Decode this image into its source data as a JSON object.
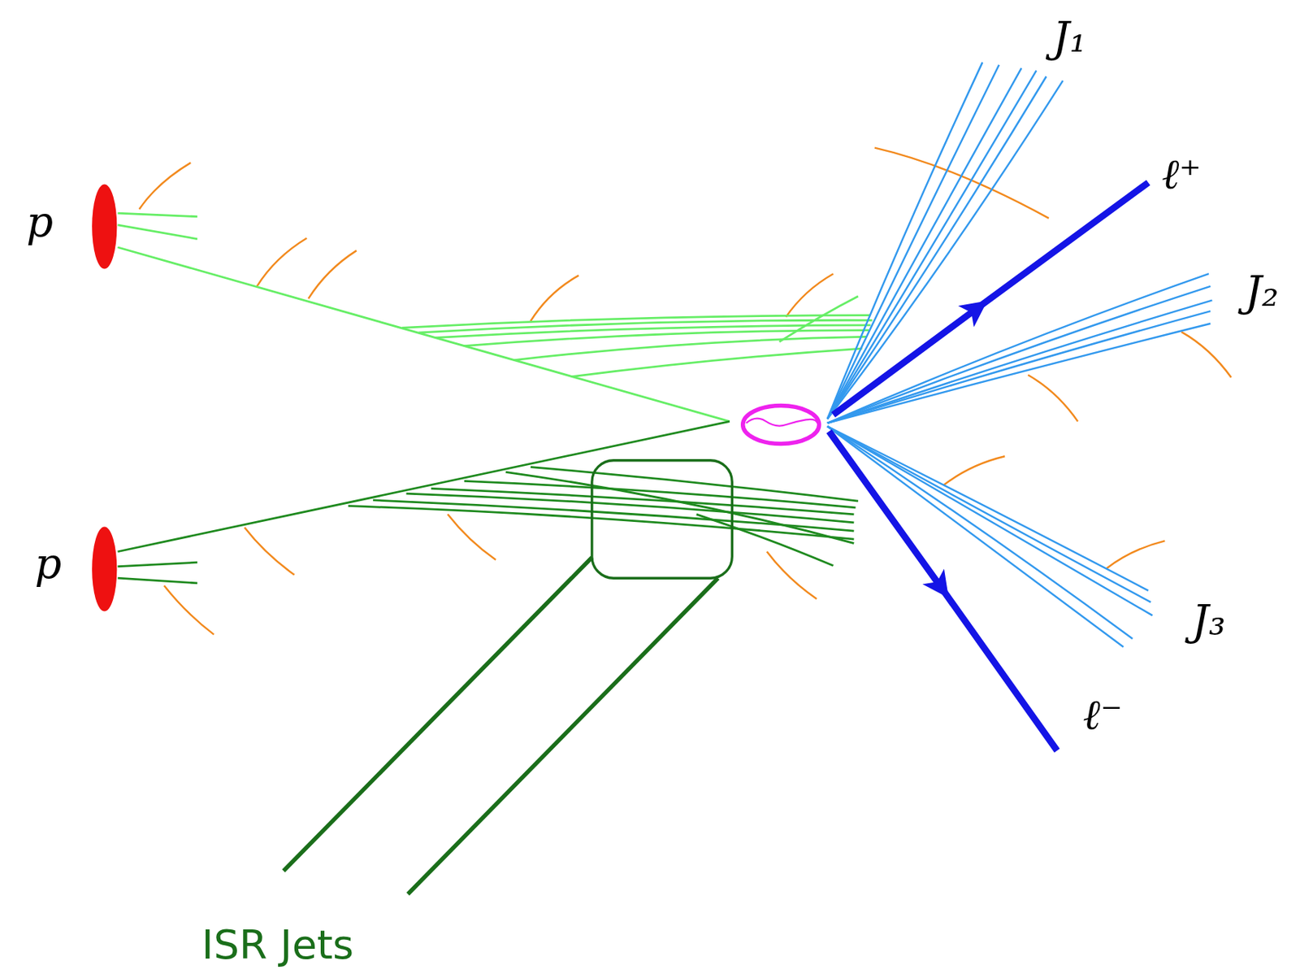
{
  "diagram": {
    "labels": [
      "p",
      "p",
      "J₁",
      "ℓ⁺",
      "J₂",
      "J₃",
      "ℓ⁻",
      "ISR Jets"
    ]
  }
}
